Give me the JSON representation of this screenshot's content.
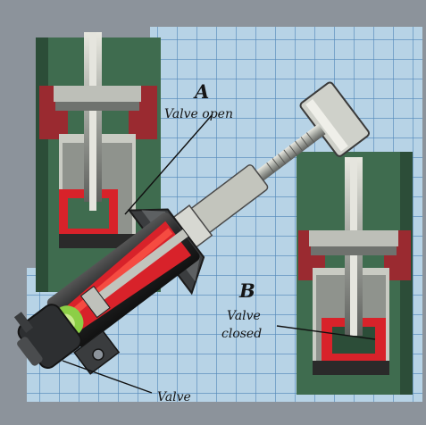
{
  "callouts": {
    "a": {
      "letter": "A",
      "caption": "Valve open"
    },
    "b": {
      "letter": "B",
      "caption_line1": "Valve",
      "caption_line2": "closed"
    },
    "valve": {
      "caption": "Valve"
    }
  },
  "colors": {
    "background": "#8c939b",
    "grid_paper": "#b7d3e6",
    "grid_line": "#4f86b8",
    "inset_green": "#3f6c4f",
    "seal_red": "#9a2a30",
    "fluid_red": "#d8222a",
    "metal_dark": "#2b2d2f",
    "metal_light": "#b9bcb5"
  }
}
